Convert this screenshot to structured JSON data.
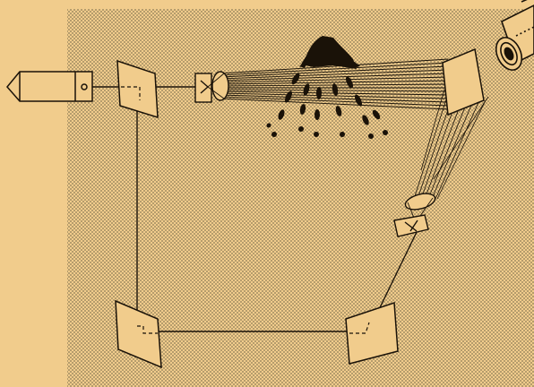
{
  "diagram": {
    "colors": {
      "paper": "#f1cc8c",
      "shading": "#8a7a55",
      "ink": "#1a1208",
      "component_fill": "#f1cc8c"
    },
    "components": [
      {
        "id": "laser-source",
        "kind": "laser"
      },
      {
        "id": "mirror-top-left",
        "kind": "beam-splitter"
      },
      {
        "id": "lens-top",
        "kind": "beam-expander"
      },
      {
        "id": "mirror-top-right",
        "kind": "mirror"
      },
      {
        "id": "lens-right",
        "kind": "beam-expander"
      },
      {
        "id": "mirror-bottom-right",
        "kind": "mirror"
      },
      {
        "id": "mirror-bottom-left",
        "kind": "mirror"
      },
      {
        "id": "object-hand",
        "kind": "subject"
      },
      {
        "id": "camera",
        "kind": "viewer"
      }
    ]
  }
}
